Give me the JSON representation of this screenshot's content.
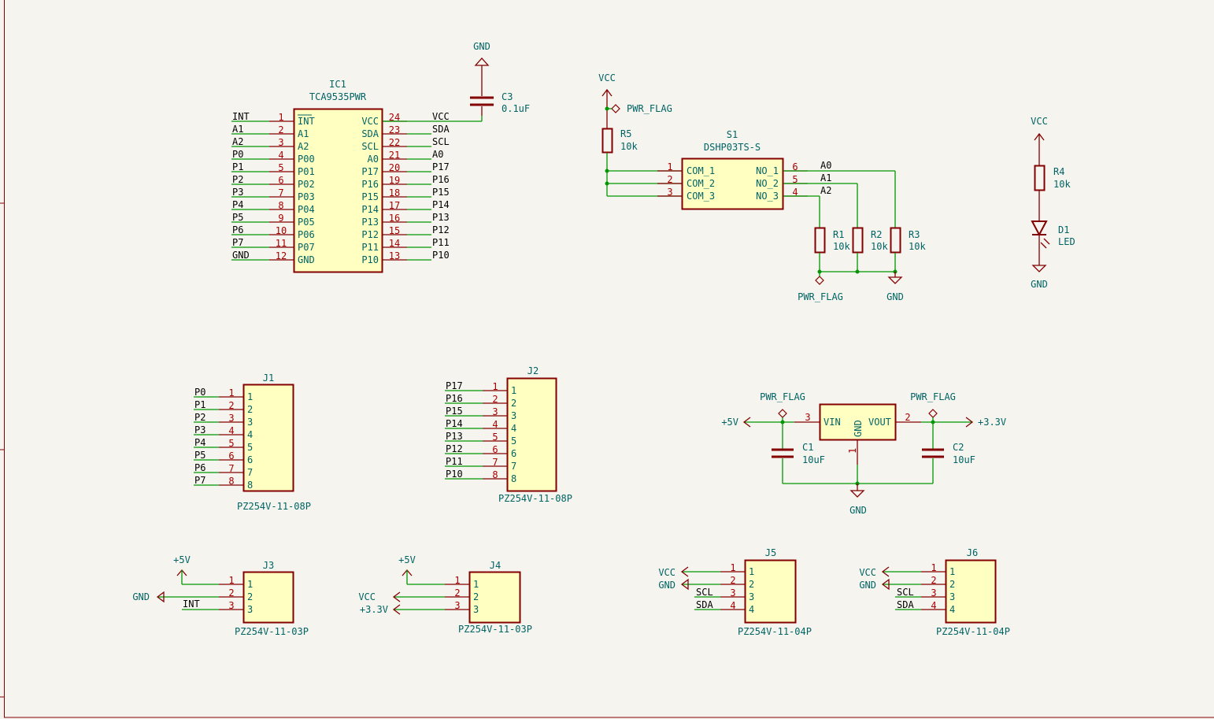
{
  "ic1": {
    "ref": "IC1",
    "value": "TCA9535PWR",
    "left_pins": [
      {
        "num": "1",
        "name": "INT",
        "net": "INT",
        "overline": true
      },
      {
        "num": "2",
        "name": "A1",
        "net": "A1"
      },
      {
        "num": "3",
        "name": "A2",
        "net": "A2"
      },
      {
        "num": "4",
        "name": "P00",
        "net": "P0"
      },
      {
        "num": "5",
        "name": "P01",
        "net": "P1"
      },
      {
        "num": "6",
        "name": "P02",
        "net": "P2"
      },
      {
        "num": "7",
        "name": "P03",
        "net": "P3"
      },
      {
        "num": "8",
        "name": "P04",
        "net": "P4"
      },
      {
        "num": "9",
        "name": "P05",
        "net": "P5"
      },
      {
        "num": "10",
        "name": "P06",
        "net": "P6"
      },
      {
        "num": "11",
        "name": "P07",
        "net": "P7"
      },
      {
        "num": "12",
        "name": "GND",
        "net": "GND"
      }
    ],
    "right_pins": [
      {
        "num": "24",
        "name": "VCC",
        "net": "VCC"
      },
      {
        "num": "23",
        "name": "SDA",
        "net": "SDA"
      },
      {
        "num": "22",
        "name": "SCL",
        "net": "SCL"
      },
      {
        "num": "21",
        "name": "A0",
        "net": "A0"
      },
      {
        "num": "20",
        "name": "P17",
        "net": "P17"
      },
      {
        "num": "19",
        "name": "P16",
        "net": "P16"
      },
      {
        "num": "18",
        "name": "P15",
        "net": "P15"
      },
      {
        "num": "17",
        "name": "P14",
        "net": "P14"
      },
      {
        "num": "16",
        "name": "P13",
        "net": "P13"
      },
      {
        "num": "15",
        "name": "P12",
        "net": "P12"
      },
      {
        "num": "14",
        "name": "P11",
        "net": "P11"
      },
      {
        "num": "13",
        "name": "P10",
        "net": "P10"
      }
    ]
  },
  "c3": {
    "ref": "C3",
    "value": "0.1uF",
    "gnd": "GND"
  },
  "r5": {
    "ref": "R5",
    "value": "10k",
    "vcc": "VCC",
    "flag": "PWR_FLAG"
  },
  "s1": {
    "ref": "S1",
    "value": "DSHP03TS-S",
    "left_pins": [
      {
        "num": "1",
        "name": "COM_1"
      },
      {
        "num": "2",
        "name": "COM_2"
      },
      {
        "num": "3",
        "name": "COM_3"
      }
    ],
    "right_pins": [
      {
        "num": "6",
        "name": "NO_1",
        "net": "A0"
      },
      {
        "num": "5",
        "name": "NO_2",
        "net": "A1"
      },
      {
        "num": "4",
        "name": "NO_3",
        "net": "A2"
      }
    ]
  },
  "r1": {
    "ref": "R1",
    "value": "10k"
  },
  "r2": {
    "ref": "R2",
    "value": "10k"
  },
  "r3": {
    "ref": "R3",
    "value": "10k"
  },
  "res_bottom": {
    "flag": "PWR_FLAG",
    "gnd": "GND"
  },
  "r4": {
    "ref": "R4",
    "value": "10k",
    "vcc": "VCC"
  },
  "d1": {
    "ref": "D1",
    "value": "LED",
    "gnd": "GND"
  },
  "j1": {
    "ref": "J1",
    "value": "PZ254V-11-08P",
    "nets": [
      "P0",
      "P1",
      "P2",
      "P3",
      "P4",
      "P5",
      "P6",
      "P7"
    ],
    "pins": [
      "1",
      "2",
      "3",
      "4",
      "5",
      "6",
      "7",
      "8"
    ]
  },
  "j2": {
    "ref": "J2",
    "value": "PZ254V-11-08P",
    "nets": [
      "P17",
      "P16",
      "P15",
      "P14",
      "P13",
      "P12",
      "P11",
      "P10"
    ],
    "pins": [
      "1",
      "2",
      "3",
      "4",
      "5",
      "6",
      "7",
      "8"
    ]
  },
  "reg": {
    "vin": "VIN",
    "gnd": "GND",
    "vout": "VOUT",
    "pin_in": "3",
    "pin_out": "2",
    "pin_gnd": "1",
    "in_net": "+5V",
    "out_net": "+3.3V",
    "flag_in": "PWR_FLAG",
    "flag_out": "PWR_FLAG",
    "bottom_gnd": "GND"
  },
  "c1": {
    "ref": "C1",
    "value": "10uF"
  },
  "c2": {
    "ref": "C2",
    "value": "10uF"
  },
  "j3": {
    "ref": "J3",
    "value": "PZ254V-11-03P",
    "pins": [
      "1",
      "2",
      "3"
    ],
    "p5v": "+5V",
    "gnd": "GND",
    "int": "INT"
  },
  "j4": {
    "ref": "J4",
    "value": "PZ254V-11-03P",
    "pins": [
      "1",
      "2",
      "3"
    ],
    "p5v": "+5V",
    "vcc": "VCC",
    "p33": "+3.3V"
  },
  "j5": {
    "ref": "J5",
    "value": "PZ254V-11-04P",
    "pins": [
      "1",
      "2",
      "3",
      "4"
    ],
    "vcc": "VCC",
    "gnd": "GND",
    "scl": "SCL",
    "sda": "SDA"
  },
  "j6": {
    "ref": "J6",
    "value": "PZ254V-11-04P",
    "pins": [
      "1",
      "2",
      "3",
      "4"
    ],
    "vcc": "VCC",
    "gnd": "GND",
    "scl": "SCL",
    "sda": "SDA"
  }
}
